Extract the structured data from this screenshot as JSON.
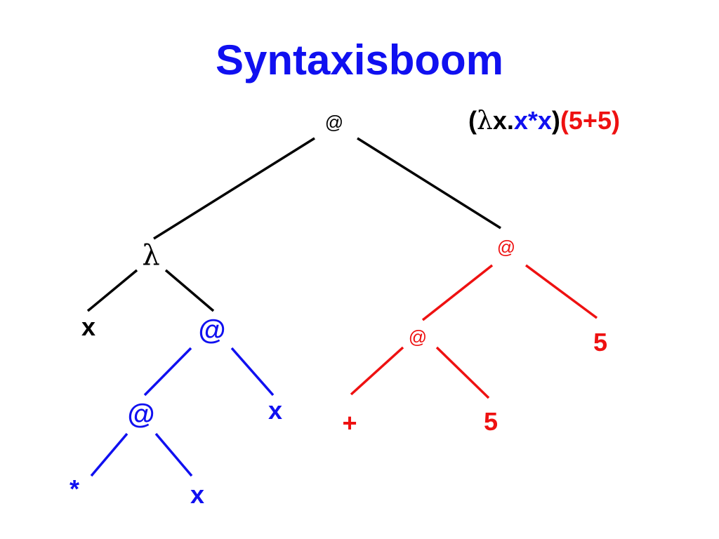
{
  "title": "Syntaxisboom",
  "expression": {
    "open_paren": "(",
    "lambda": "λ",
    "bound_var": "x.",
    "body": "x*x",
    "close_paren": ")",
    "argument": "(5+5)"
  },
  "colors": {
    "title": "#1010f0",
    "black": "#000000",
    "blue": "#1010f0",
    "red": "#ee1111"
  },
  "tree": {
    "root": "@",
    "lambda_node": "λ",
    "lambda_param": "x",
    "body_app": "@",
    "body_inner_app": "@",
    "body_op": "*",
    "body_arg1": "x",
    "body_arg2": "x",
    "arg_app": "@",
    "arg_inner_app": "@",
    "arg_op": "+",
    "arg_num1": "5",
    "arg_num2": "5"
  }
}
